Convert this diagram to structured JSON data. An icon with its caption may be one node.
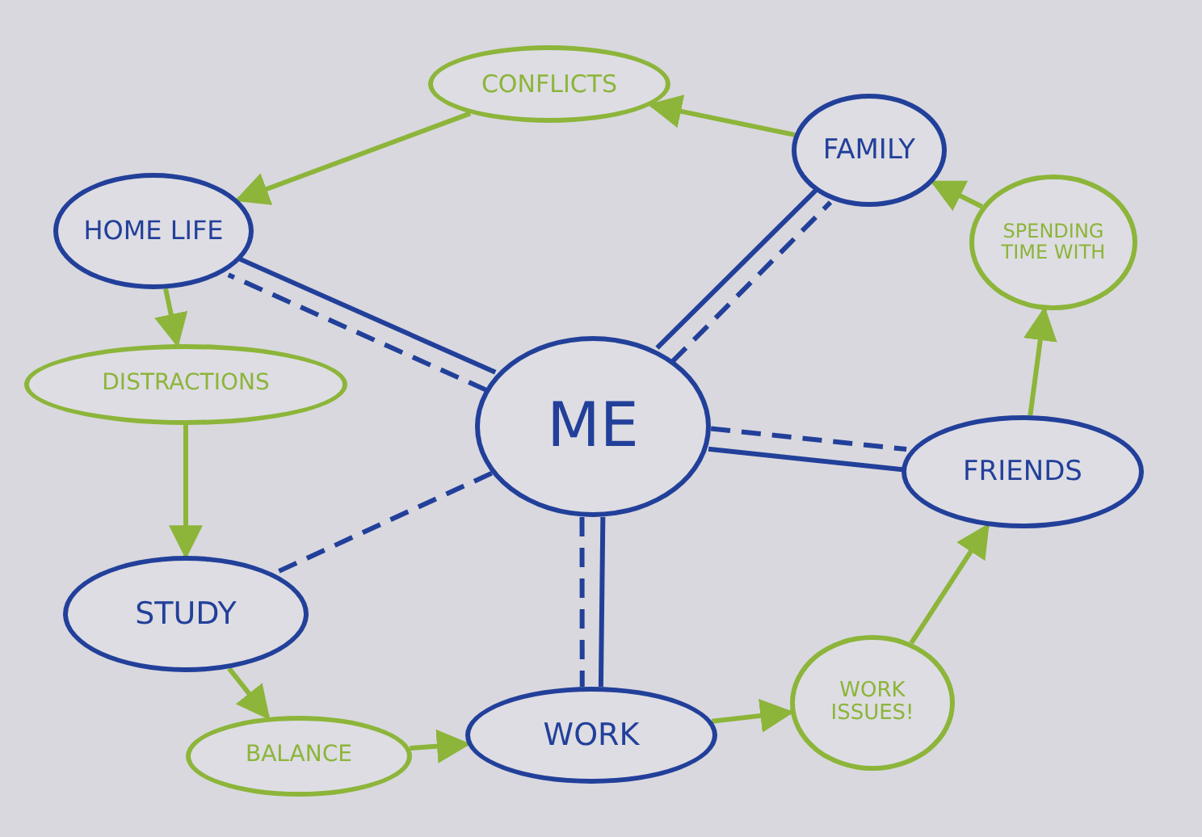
{
  "diagram": {
    "nodes": [
      {
        "text": [
          "CONFLICTS"
        ]
      },
      {
        "text": [
          "FAMILY"
        ]
      },
      {
        "text": [
          "HOME LIFE"
        ]
      },
      {
        "text": [
          "SPENDING TIME WITH"
        ]
      },
      {
        "text": [
          "DISTRACTIONS"
        ]
      },
      {
        "text": [
          "ME"
        ]
      },
      {
        "text": [
          "FRIENDS"
        ]
      },
      {
        "text": [
          "STUDY"
        ]
      },
      {
        "text": [
          "WORK ISSUES!"
        ]
      },
      {
        "text": [
          "BALANCE"
        ]
      },
      {
        "text": [
          "WORK"
        ]
      }
    ],
    "edges": [
      {
        "from": 1,
        "to": 0,
        "arrow": "to"
      },
      {
        "from": 0,
        "to": 2,
        "arrow": "to"
      },
      {
        "from": 2,
        "to": 4,
        "arrow": "to"
      },
      {
        "from": 4,
        "to": 7,
        "arrow": "to"
      },
      {
        "from": 7,
        "to": 9,
        "arrow": "to"
      },
      {
        "from": 9,
        "to": 10,
        "arrow": "to"
      },
      {
        "from": 10,
        "to": 8,
        "arrow": "to"
      },
      {
        "from": 8,
        "to": 6,
        "arrow": "to"
      },
      {
        "from": 6,
        "to": 3,
        "arrow": "to"
      },
      {
        "from": 3,
        "to": 1,
        "arrow": "to"
      },
      {
        "from": 5,
        "to": 2,
        "arrow": "none",
        "style": "dashed",
        "color": "#22409a"
      },
      {
        "from": 5,
        "to": 2,
        "arrow": "none",
        "color": "#22409a"
      },
      {
        "from": 5,
        "to": 1,
        "arrow": "none",
        "color": "#22409a"
      },
      {
        "from": 5,
        "to": 1,
        "arrow": "none",
        "style": "dashed",
        "color": "#22409a"
      },
      {
        "from": 5,
        "to": 6,
        "arrow": "none",
        "style": "dashed",
        "color": "#22409a"
      },
      {
        "from": 5,
        "to": 6,
        "arrow": "none",
        "color": "#22409a"
      },
      {
        "from": 5,
        "to": 10,
        "arrow": "none",
        "color": "#22409a"
      },
      {
        "from": 5,
        "to": 10,
        "arrow": "none",
        "style": "dashed",
        "color": "#22409a"
      },
      {
        "from": 5,
        "to": 7,
        "arrow": "none",
        "style": "dashed",
        "color": "#22409a"
      }
    ]
  }
}
